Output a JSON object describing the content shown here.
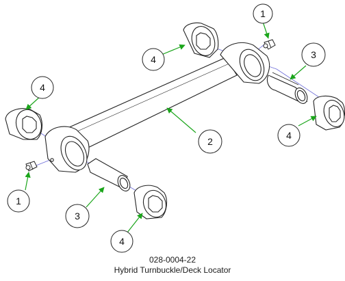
{
  "drawing": {
    "part_number": "028-0004-22",
    "title": "Hybrid Turnbuckle/Deck Locator"
  },
  "callouts": [
    {
      "id": "c1-top",
      "number": "1"
    },
    {
      "id": "c1-bottom",
      "number": "1"
    },
    {
      "id": "c2",
      "number": "2"
    },
    {
      "id": "c3-right",
      "number": "3"
    },
    {
      "id": "c3-left",
      "number": "3"
    },
    {
      "id": "c4-topleft",
      "number": "4"
    },
    {
      "id": "c4-farleft",
      "number": "4"
    },
    {
      "id": "c4-right",
      "number": "4"
    },
    {
      "id": "c4-bottom",
      "number": "4"
    }
  ],
  "colors": {
    "leader_arrow": "#1aa51a",
    "center_line": "#6b6bd8",
    "outline": "#222222"
  }
}
